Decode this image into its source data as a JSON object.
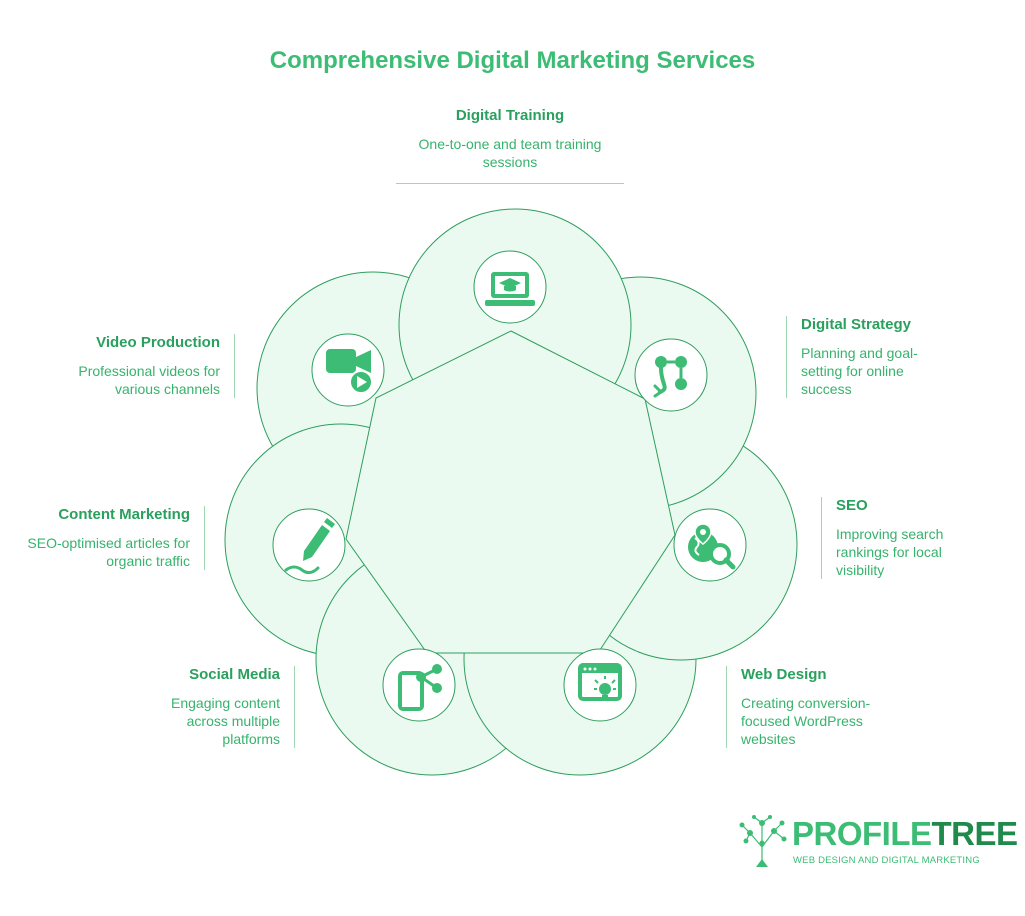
{
  "title": "Comprehensive Digital Marketing Services",
  "services": {
    "digital_training": {
      "name": "Digital Training",
      "description": "One-to-one and team training sessions",
      "icon": "laptop-graduation-icon"
    },
    "digital_strategy": {
      "name": "Digital Strategy",
      "description": "Planning and goal-setting for online success",
      "icon": "route-path-icon"
    },
    "seo": {
      "name": "SEO",
      "description": "Improving search rankings for local visibility",
      "icon": "globe-search-icon"
    },
    "web_design": {
      "name": "Web Design",
      "description": "Creating conversion-focused WordPress websites",
      "icon": "browser-lightbulb-icon"
    },
    "social_media": {
      "name": "Social Media",
      "description": "Engaging content across multiple platforms",
      "icon": "phone-share-icon"
    },
    "content_marketing": {
      "name": "Content Marketing",
      "description": "SEO-optimised articles for organic traffic",
      "icon": "pen-writing-icon"
    },
    "video_production": {
      "name": "Video Production",
      "description": "Professional videos for various channels",
      "icon": "video-camera-play-icon"
    }
  },
  "brand": {
    "name_part1": "PROFILE",
    "name_part2": "TREE",
    "tagline": "WEB DESIGN AND DIGITAL MARKETING"
  },
  "colors": {
    "accent": "#3cbc74",
    "circle_fill": "#eafaf1",
    "stroke": "#2f9e5c"
  }
}
